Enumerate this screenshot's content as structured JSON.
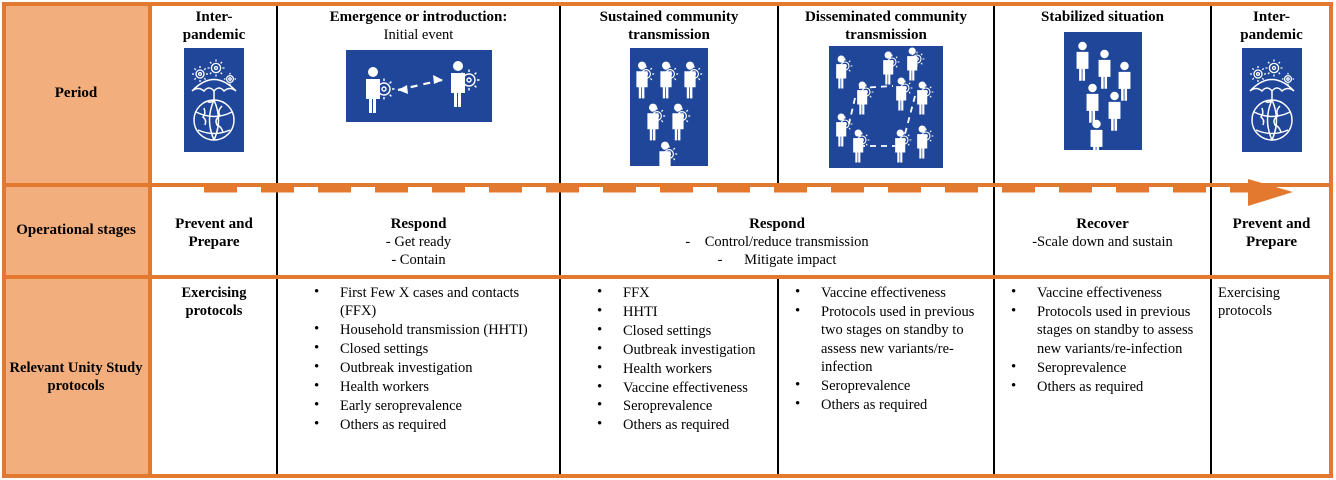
{
  "colors": {
    "frame_orange": "#E3792E",
    "header_fill": "#F3AE7D",
    "icon_blue": "#1F4699",
    "rule_black": "#000000"
  },
  "rows": {
    "period": {
      "label": "Period"
    },
    "operational": {
      "label": "Operational\nstages"
    },
    "protocols": {
      "label": "Relevant Unity\nStudy protocols"
    }
  },
  "periods": [
    {
      "title": "Inter-\npandemic",
      "subtitle": "",
      "icon": "umbrella-globe-virus-icon"
    },
    {
      "title": "Emergence or introduction:",
      "subtitle": "Initial event",
      "icon": "two-people-transmission-icon"
    },
    {
      "title": "Sustained community\ntransmission",
      "subtitle": "",
      "icon": "six-infected-people-icon"
    },
    {
      "title": "Disseminated community\ntransmission",
      "subtitle": "",
      "icon": "network-infected-people-icon"
    },
    {
      "title": "Stabilized situation",
      "subtitle": "",
      "icon": "six-healthy-people-icon"
    },
    {
      "title": "Inter-\npandemic",
      "subtitle": "",
      "icon": "umbrella-globe-virus-icon"
    }
  ],
  "operational_stages": [
    {
      "title": "Prevent and\nPrepare",
      "lines": []
    },
    {
      "title": "Respond",
      "lines": [
        "- Get ready",
        "- Contain"
      ]
    },
    {
      "title": "Respond",
      "lines": [
        "-    Control/reduce transmission",
        "-      Mitigate impact"
      ]
    },
    {
      "title": "Recover",
      "lines": [
        "-Scale down and sustain"
      ]
    },
    {
      "title": "Prevent and\nPrepare",
      "lines": []
    }
  ],
  "protocols": [
    {
      "type": "text",
      "text": "Exercising\nprotocols"
    },
    {
      "type": "list",
      "items": [
        "First Few X cases and contacts (FFX)",
        "Household transmission (HHTI)",
        "Closed settings",
        "Outbreak investigation",
        "Health workers",
        "Early seroprevalence",
        "Others as required"
      ]
    },
    {
      "type": "list",
      "items": [
        "FFX",
        "HHTI",
        "Closed settings",
        "Outbreak investigation",
        "Health workers",
        "Vaccine effectiveness",
        "Seroprevalence",
        "Others as required"
      ]
    },
    {
      "type": "list",
      "items": [
        "Vaccine effectiveness",
        "Protocols used in previous two stages on standby to assess new variants/re-infection",
        "Seroprevalence",
        "Others as required"
      ]
    },
    {
      "type": "list",
      "items": [
        "Vaccine effectiveness",
        "Protocols used in previous stages on standby to assess new variants/re-infection",
        "Seroprevalence",
        "Others as required"
      ]
    },
    {
      "type": "text-left",
      "text": "Exercising\nprotocols"
    }
  ],
  "timeline_arrow": {
    "name": "dashed-progress-arrow",
    "direction": "right",
    "style": "dashed",
    "color": "#E3792E"
  }
}
